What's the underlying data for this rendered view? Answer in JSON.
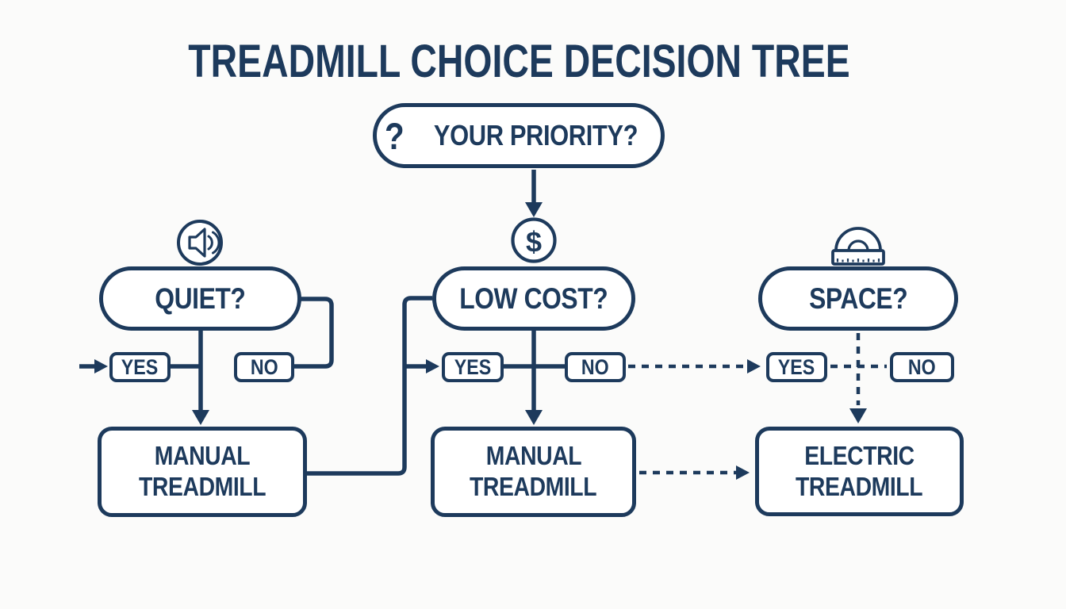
{
  "title": "TREADMILL CHOICE DECISION TREE",
  "root": {
    "prefix": "?",
    "label": "YOUR PRIORITY?"
  },
  "branches": [
    {
      "key": "quiet",
      "icon": "speaker",
      "question": "QUIET?",
      "yes": "YES",
      "no": "NO",
      "result": {
        "line1": "MANUAL",
        "line2": "TREADMILL"
      }
    },
    {
      "key": "low-cost",
      "icon": "dollar",
      "question": "LOW COST?",
      "yes": "YES",
      "no": "NO",
      "result": {
        "line1": "MANUAL",
        "line2": "TREADMILL"
      }
    },
    {
      "key": "space",
      "icon": "measuring-ruler",
      "question": "SPACE?",
      "yes": "YES",
      "no": "NO",
      "result": {
        "line1": "ELECTRIC",
        "line2": "TREADMILL"
      }
    }
  ],
  "glyphs": {
    "dollar": "$"
  },
  "colors": {
    "ink": "#1d3a5c",
    "background": "#fbfbfa",
    "node_fill": "#ffffff"
  }
}
